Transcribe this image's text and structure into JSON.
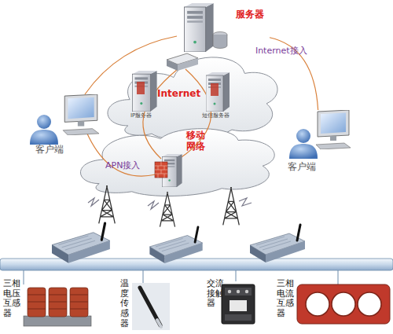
{
  "diagram": {
    "nodes": [
      {
        "text": [
          "服务器"
        ]
      },
      {
        "text": [
          "Internet"
        ]
      },
      {
        "text": [
          "IP服务器"
        ],
        "in": 1
      },
      {
        "text": [
          "短信服务器"
        ],
        "in": 1
      },
      {
        "text": [
          "移动网络"
        ]
      },
      {
        "text": [
          "客户端"
        ]
      },
      {
        "text": [
          "客户端"
        ]
      },
      {
        "text": [
          "三相电压互感器"
        ]
      },
      {
        "text": [
          "温度传感器"
        ]
      },
      {
        "text": [
          "交流接触器"
        ]
      },
      {
        "text": [
          "三相电流互感器"
        ]
      }
    ],
    "edges": [
      {
        "from": 0,
        "to": 5,
        "arrow": "none"
      },
      {
        "from": 0,
        "to": 6,
        "arrow": "none",
        "label": "Internet接入"
      }
    ],
    "labels": [
      "APN接入"
    ]
  }
}
